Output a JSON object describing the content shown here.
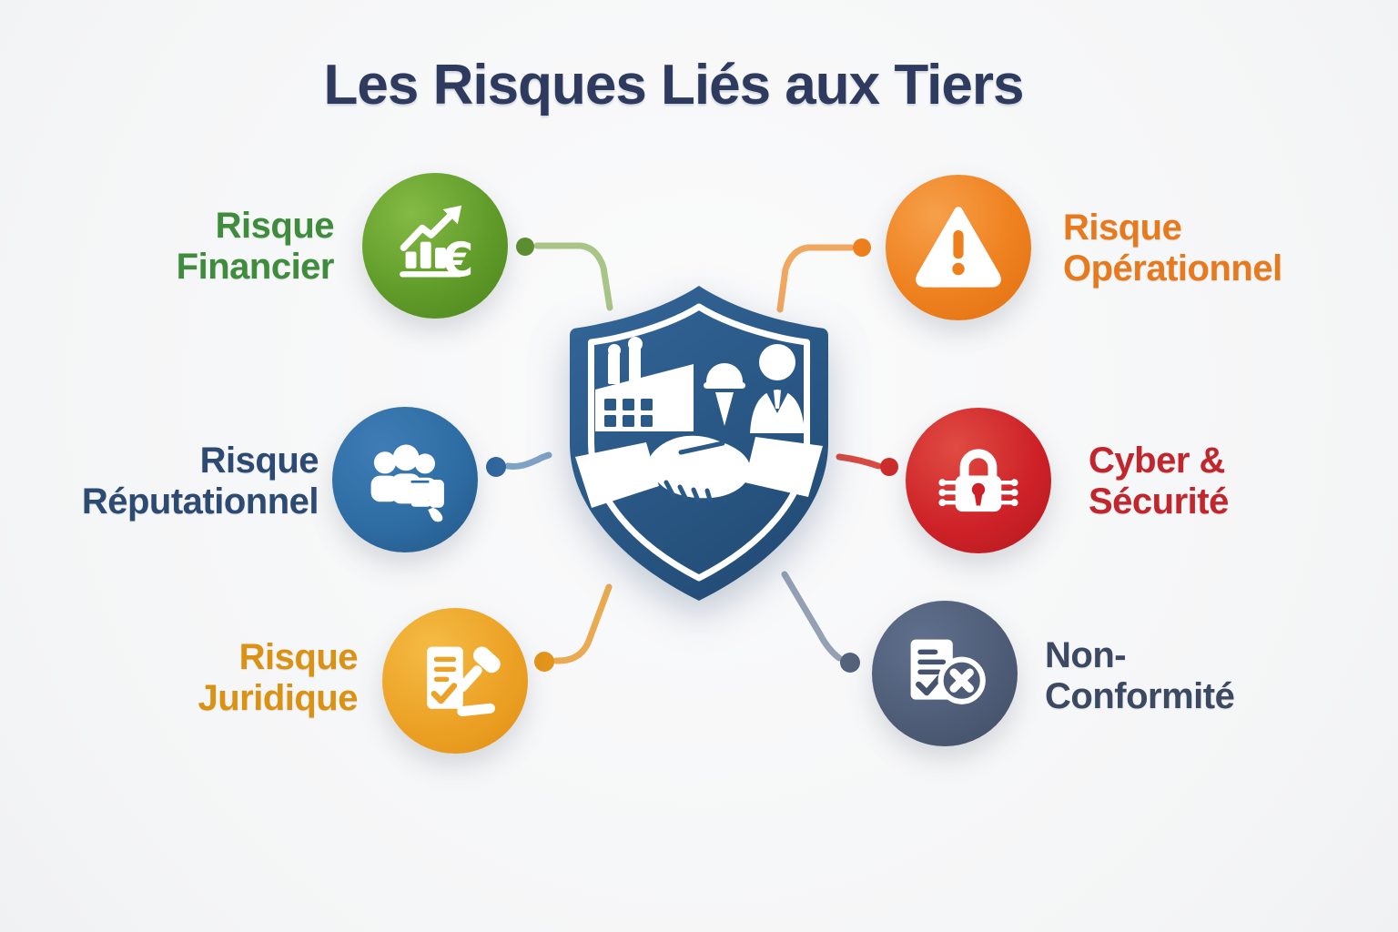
{
  "title": "Les Risques Liés aux Tiers",
  "colors": {
    "background": "#f6f7f8",
    "title": "#2e3b5e",
    "shield": "#2b5a88"
  },
  "center": {
    "icon": "shield-partnership-handshake-icon",
    "elements": [
      "factory-icon",
      "hard-hat-worker-icon",
      "businessman-icon",
      "handshake-icon"
    ],
    "color": "#2b5a88"
  },
  "nodes": [
    {
      "id": "risque-financier",
      "lines": [
        "Risque",
        "Financier"
      ],
      "position": "top-left",
      "icon": "financial-growth-euro-icon",
      "colors": {
        "text": "#3e8c3c",
        "circle": "#619c2a",
        "connector": "#a9c487",
        "dot": "#5d8f31"
      }
    },
    {
      "id": "risque-operationnel",
      "lines": [
        "Risque",
        "Opérationnel"
      ],
      "position": "top-right",
      "icon": "warning-triangle-icon",
      "colors": {
        "text": "#e87a1e",
        "circle": "#ef811f",
        "connector": "#f0a75f",
        "dot": "#ee7f1d"
      }
    },
    {
      "id": "risque-reputationnel",
      "lines": [
        "Risque",
        "Réputationnel"
      ],
      "position": "middle-left",
      "icon": "people-thumbs-down-icon",
      "colors": {
        "text": "#2d4a73",
        "circle": "#2e6da4",
        "connector": "#7fa2c7",
        "dot": "#31679c"
      }
    },
    {
      "id": "cyber-securite",
      "lines": [
        "Cyber &",
        "Sécurité"
      ],
      "position": "middle-right",
      "icon": "padlock-circuit-icon",
      "colors": {
        "text": "#c0262c",
        "circle": "#cd2127",
        "connector": "#d84b42",
        "dot": "#cd2d2b"
      }
    },
    {
      "id": "risque-juridique",
      "lines": [
        "Risque",
        "Juridique"
      ],
      "position": "bottom-left",
      "icon": "document-gavel-icon",
      "colors": {
        "text": "#db9212",
        "circle": "#eca226",
        "connector": "#e9aa51",
        "dot": "#e3941a"
      }
    },
    {
      "id": "non-conformite",
      "lines": [
        "Non-",
        "Conformité"
      ],
      "position": "bottom-right",
      "icon": "document-x-noncompliance-icon",
      "colors": {
        "text": "#3c4962",
        "circle": "#4e5c77",
        "connector": "#94a0b4",
        "dot": "#55627b"
      }
    }
  ]
}
